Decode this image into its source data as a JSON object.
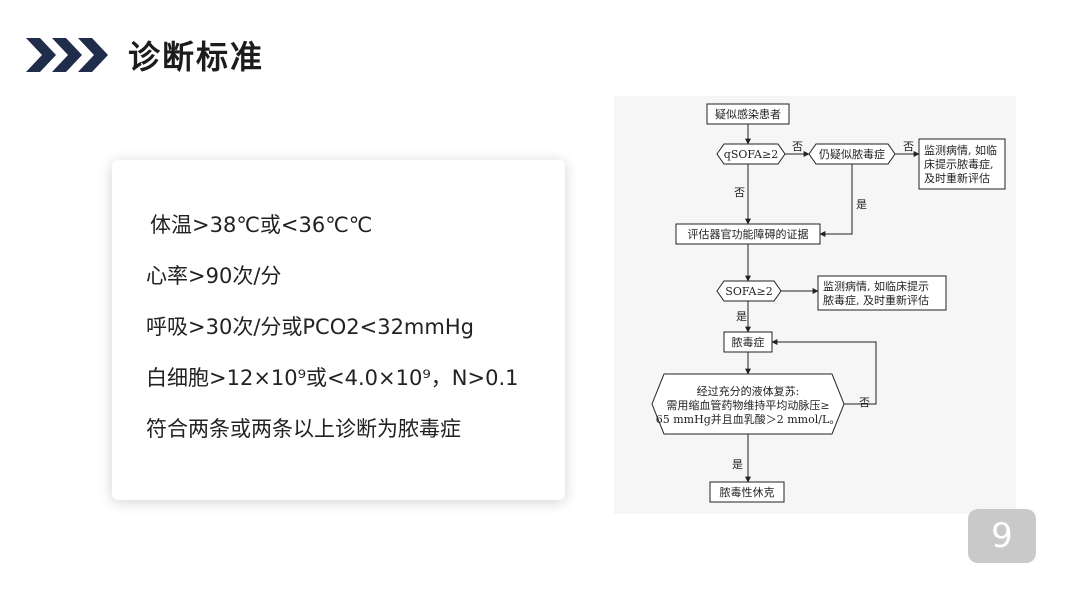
{
  "header": {
    "title": "诊断标准",
    "icon": "triple-chevron-icon",
    "accent_color": "#1f2d4a"
  },
  "criteria": [
    "体温>38℃或<36℃℃",
    "心率>90次/分",
    "呼吸>30次/分或PCO2<32mmHg",
    "白细胞>12×10⁹或<4.0×10⁹，N>0.1",
    "符合两条或两条以上诊断为脓毒症"
  ],
  "flowchart": {
    "start": "疑似感染患者",
    "qsofa": "qSOFA≥2",
    "still_suspect": "仍疑似脓毒症",
    "monitor1": [
      "监测病情, 如临",
      "床提示脓毒症,",
      "及时重新评估"
    ],
    "evaluate": "评估器官功能障碍的证据",
    "sofa": "SOFA≥2",
    "monitor2": [
      "监测病情, 如临床提示",
      "脓毒症, 及时重新评估"
    ],
    "sepsis": "脓毒症",
    "resuscitation": [
      "经过充分的液体复苏:",
      "需用缩血管药物维持平均动脉压≥",
      "65 mmHg并且血乳酸＞2 mmol/L。"
    ],
    "shock": "脓毒性休克",
    "labels": {
      "no": "否",
      "yes": "是"
    }
  },
  "page_number": "9"
}
